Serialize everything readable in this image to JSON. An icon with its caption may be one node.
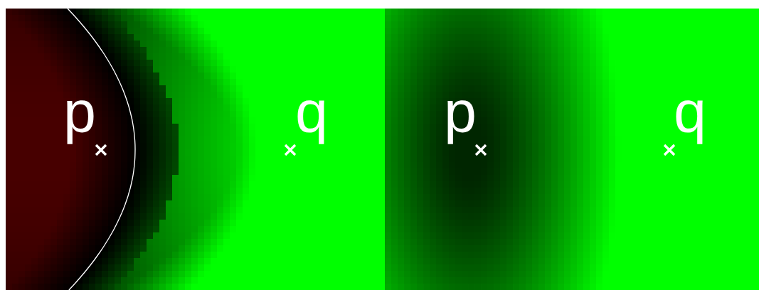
{
  "diagram": {
    "labels": [
      "p",
      "q",
      "p",
      "q"
    ]
  }
}
